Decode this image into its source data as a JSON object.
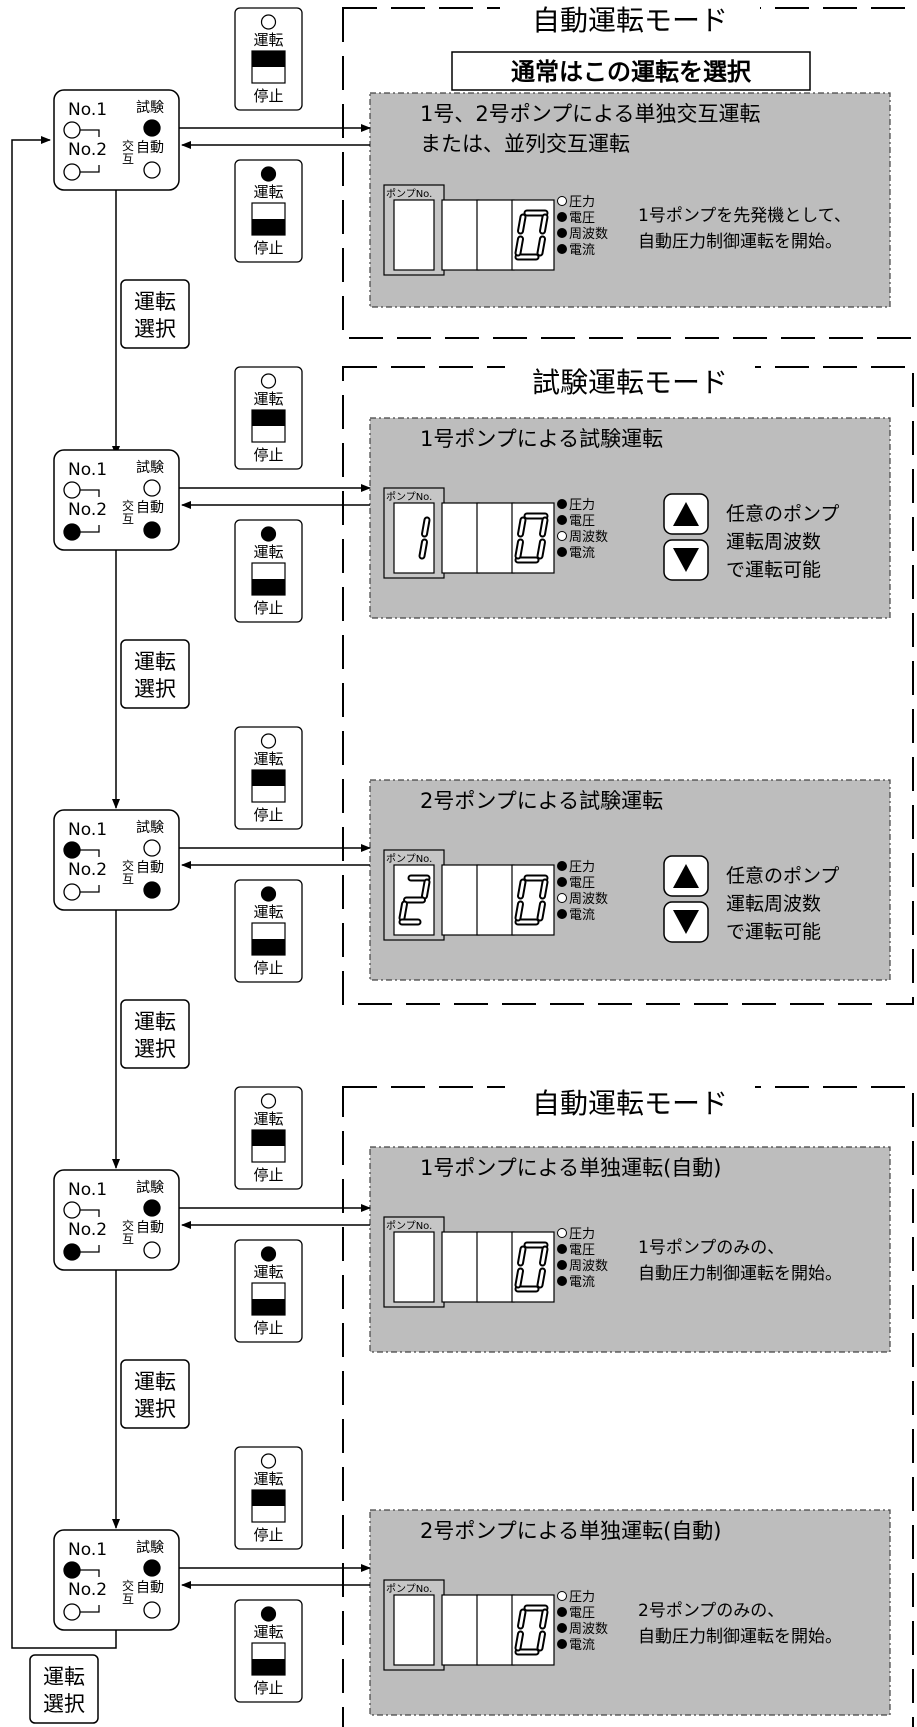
{
  "sections": [
    {
      "mode_title": "自動運転モード",
      "note": "通常はこの運転を選択",
      "panel_title_line1": "1号、2号ポンプによる単独交互運転",
      "panel_title_line2": "または、並列交互運転",
      "pump_no_label": "ポンプNo.",
      "pump_digit": "",
      "value_digit": "0",
      "indicators": [
        {
          "label": "圧力",
          "lit": false
        },
        {
          "label": "電圧",
          "lit": true
        },
        {
          "label": "周波数",
          "lit": true
        },
        {
          "label": "電流",
          "lit": true
        }
      ],
      "show_arrows": false,
      "desc_line1": "1号ポンプを先発機として、",
      "desc_line2": "自動圧力制御運転を開始。",
      "desc_line3": ""
    },
    {
      "mode_title": "試験運転モード",
      "note": "",
      "panel_title_line1": "1号ポンプによる試験運転",
      "panel_title_line2": "",
      "pump_no_label": "ポンプNo.",
      "pump_digit": "1",
      "value_digit": "0",
      "indicators": [
        {
          "label": "圧力",
          "lit": true
        },
        {
          "label": "電圧",
          "lit": true
        },
        {
          "label": "周波数",
          "lit": false
        },
        {
          "label": "電流",
          "lit": true
        }
      ],
      "show_arrows": true,
      "desc_line1": "任意のポンプ",
      "desc_line2": "運転周波数",
      "desc_line3": "で運転可能"
    },
    {
      "mode_title": "",
      "note": "",
      "panel_title_line1": "2号ポンプによる試験運転",
      "panel_title_line2": "",
      "pump_no_label": "ポンプNo.",
      "pump_digit": "2",
      "value_digit": "0",
      "indicators": [
        {
          "label": "圧力",
          "lit": true
        },
        {
          "label": "電圧",
          "lit": true
        },
        {
          "label": "周波数",
          "lit": false
        },
        {
          "label": "電流",
          "lit": true
        }
      ],
      "show_arrows": true,
      "desc_line1": "任意のポンプ",
      "desc_line2": "運転周波数",
      "desc_line3": "で運転可能"
    },
    {
      "mode_title": "自動運転モード",
      "note": "",
      "panel_title_line1": "1号ポンプによる単独運転(自動)",
      "panel_title_line2": "",
      "pump_no_label": "ポンプNo.",
      "pump_digit": "",
      "value_digit": "0",
      "indicators": [
        {
          "label": "圧力",
          "lit": false
        },
        {
          "label": "電圧",
          "lit": true
        },
        {
          "label": "周波数",
          "lit": true
        },
        {
          "label": "電流",
          "lit": true
        }
      ],
      "show_arrows": false,
      "desc_line1": "1号ポンプのみの、",
      "desc_line2": "自動圧力制御運転を開始。",
      "desc_line3": ""
    },
    {
      "mode_title": "",
      "note": "",
      "panel_title_line1": "2号ポンプによる単独運転(自動)",
      "panel_title_line2": "",
      "pump_no_label": "ポンプNo.",
      "pump_digit": "",
      "value_digit": "0",
      "indicators": [
        {
          "label": "圧力",
          "lit": false
        },
        {
          "label": "電圧",
          "lit": true
        },
        {
          "label": "周波数",
          "lit": true
        },
        {
          "label": "電流",
          "lit": true
        }
      ],
      "show_arrows": false,
      "desc_line1": "2号ポンプのみの、",
      "desc_line2": "自動圧力制御運転を開始。",
      "desc_line3": ""
    }
  ],
  "selectors": [
    {
      "no1": "No.1",
      "no2": "No.2",
      "shiken": "試験",
      "jido": "自動",
      "kougo_top": "交",
      "kougo_bottom": "互",
      "no1_on": false,
      "no2_on": false,
      "shiken_on": true,
      "jido_on": false
    },
    {
      "no1": "No.1",
      "no2": "No.2",
      "shiken": "試験",
      "jido": "自動",
      "kougo_top": "交",
      "kougo_bottom": "互",
      "no1_on": false,
      "no2_on": true,
      "shiken_on": false,
      "jido_on": true
    },
    {
      "no1": "No.1",
      "no2": "No.2",
      "shiken": "試験",
      "jido": "自動",
      "kougo_top": "交",
      "kougo_bottom": "互",
      "no1_on": true,
      "no2_on": false,
      "shiken_on": false,
      "jido_on": true
    },
    {
      "no1": "No.1",
      "no2": "No.2",
      "shiken": "試験",
      "jido": "自動",
      "kougo_top": "交",
      "kougo_bottom": "互",
      "no1_on": false,
      "no2_on": true,
      "shiken_on": true,
      "jido_on": false
    },
    {
      "no1": "No.1",
      "no2": "No.2",
      "shiken": "試験",
      "jido": "自動",
      "kougo_top": "交",
      "kougo_bottom": "互",
      "no1_on": true,
      "no2_on": false,
      "shiken_on": true,
      "jido_on": false
    }
  ],
  "run_stop_button": {
    "run": "運転",
    "stop": "停止"
  },
  "run_select_label": {
    "line1": "運転",
    "line2": "選択"
  }
}
